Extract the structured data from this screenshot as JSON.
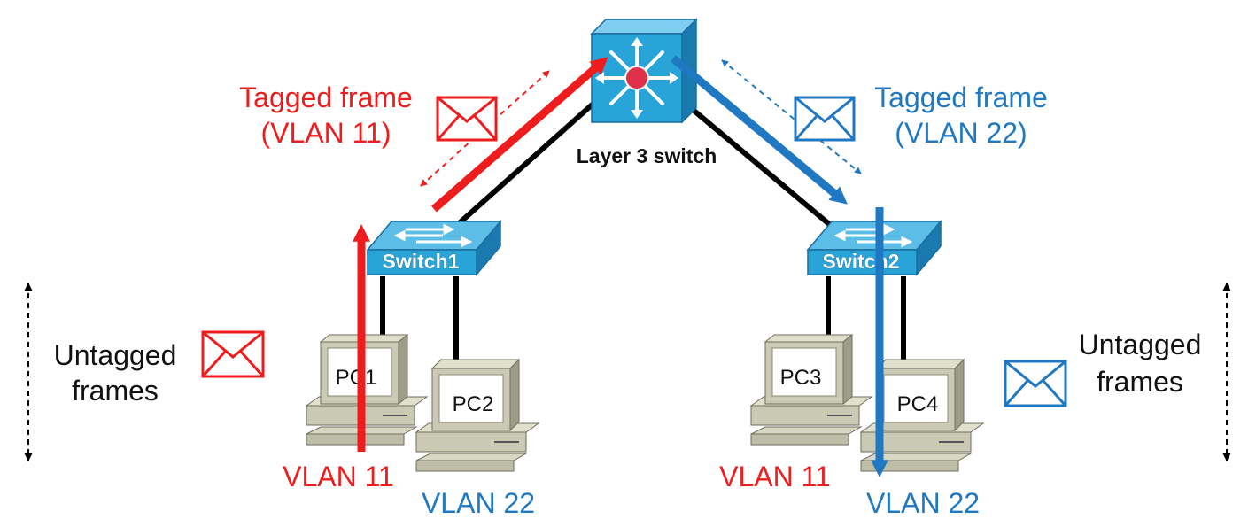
{
  "colors": {
    "vlan11": "#ee1c1c",
    "vlan22": "#1f78c1",
    "switch_face": "#29a4d9",
    "switch_dark": "#1d7fb3",
    "pc_body": "#c9c9b4",
    "pc_shadow": "#8a8a76",
    "link": "#000000"
  },
  "icons": {
    "envelope": "envelope-icon",
    "switch": "switch-icon",
    "layer3_switch": "layer3-switch-icon",
    "pc": "desktop-pc-icon"
  },
  "core": {
    "label": "Layer 3 switch"
  },
  "switches": [
    {
      "label": "Switch1"
    },
    {
      "label": "Switch2"
    }
  ],
  "pcs": [
    {
      "label": "PC1",
      "vlan": "VLAN 11"
    },
    {
      "label": "PC2",
      "vlan": "VLAN 22"
    },
    {
      "label": "PC3",
      "vlan": "VLAN 11"
    },
    {
      "label": "PC4",
      "vlan": "VLAN 22"
    }
  ],
  "tagged_left": {
    "line1": "Tagged frame",
    "line2": "(VLAN 11)"
  },
  "tagged_right": {
    "line1": "Tagged frame",
    "line2": "(VLAN 22)"
  },
  "untagged_left": {
    "line1": "Untagged",
    "line2": "frames"
  },
  "untagged_right": {
    "line1": "Untagged",
    "line2": "frames"
  }
}
